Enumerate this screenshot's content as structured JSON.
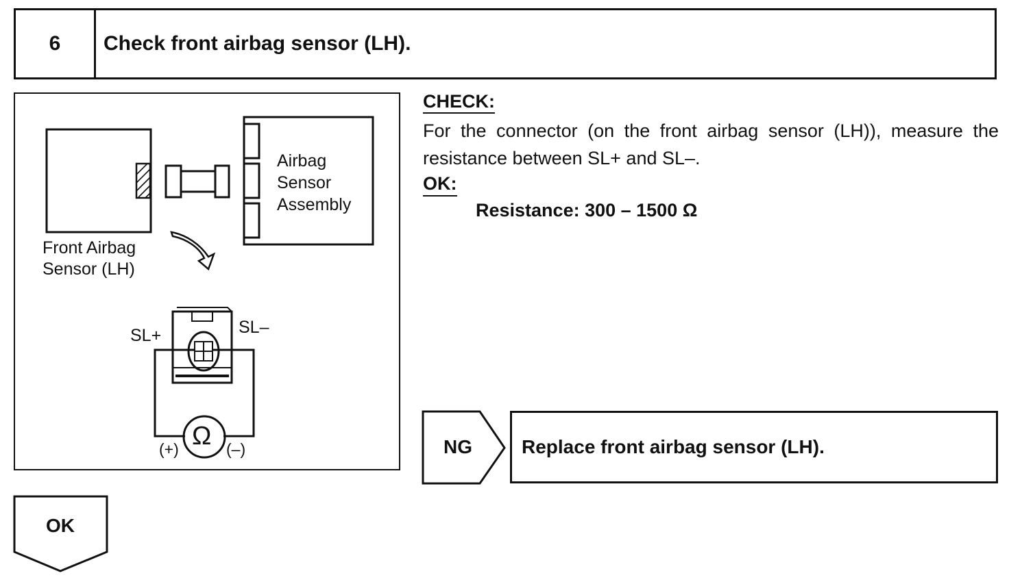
{
  "step": {
    "number": "6",
    "title": "Check front airbag sensor (LH)."
  },
  "illustration": {
    "front_sensor_label": "Front Airbag\nSensor (LH)",
    "assembly_label": "Airbag\nSensor\nAssembly",
    "terminal_plus": "SL+",
    "terminal_minus": "SL–",
    "ohmmeter_symbol": "Ω",
    "probe_plus": "(+)",
    "probe_minus": "(–)"
  },
  "check": {
    "heading": "CHECK:",
    "body": "For the connector (on the front airbag sensor (LH)), measure the resistance between SL+ and SL–.",
    "ok_heading": "OK:",
    "resistance": "Resistance: 300 – 1500 Ω"
  },
  "ng": {
    "label": "NG",
    "action": "Replace front airbag sensor (LH)."
  },
  "ok_next": {
    "label": "OK"
  }
}
